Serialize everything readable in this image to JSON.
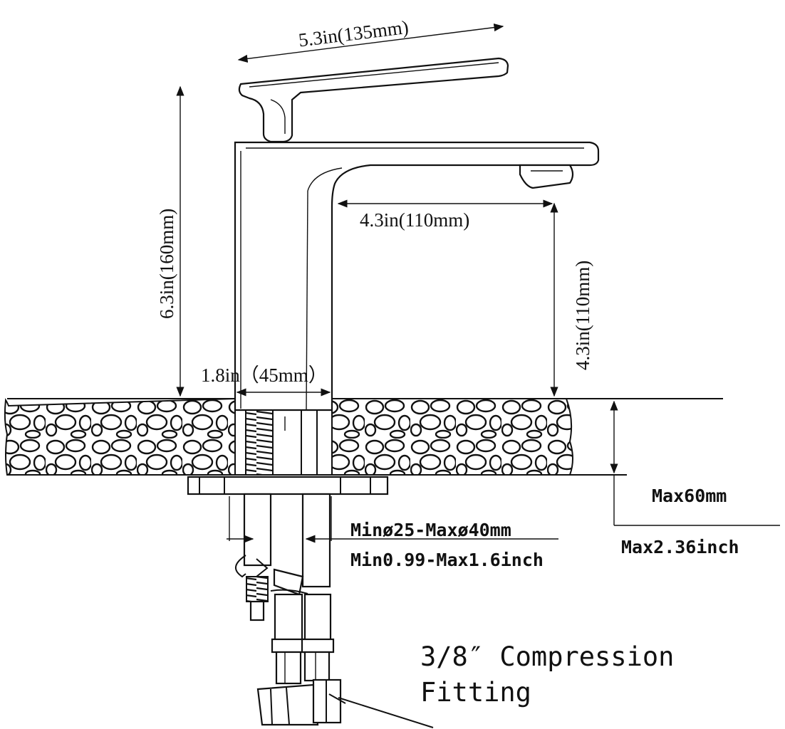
{
  "dimensions": {
    "handle_length": "5.3in(135mm)",
    "total_height": "6.3in(160mm)",
    "spout_reach": "4.3in(110mm)",
    "spout_height": "4.3in(110mm)",
    "base_width": "1.8in（45mm）"
  },
  "countertop": {
    "thickness_mm": "Max60mm",
    "thickness_inch": "Max2.36inch"
  },
  "hole": {
    "diameter_mm": "Minø25-Maxø40mm",
    "diameter_inch": "Min0.99-Max1.6inch"
  },
  "fitting": {
    "line1": "3/8″ Compression",
    "line2": "Fitting"
  }
}
